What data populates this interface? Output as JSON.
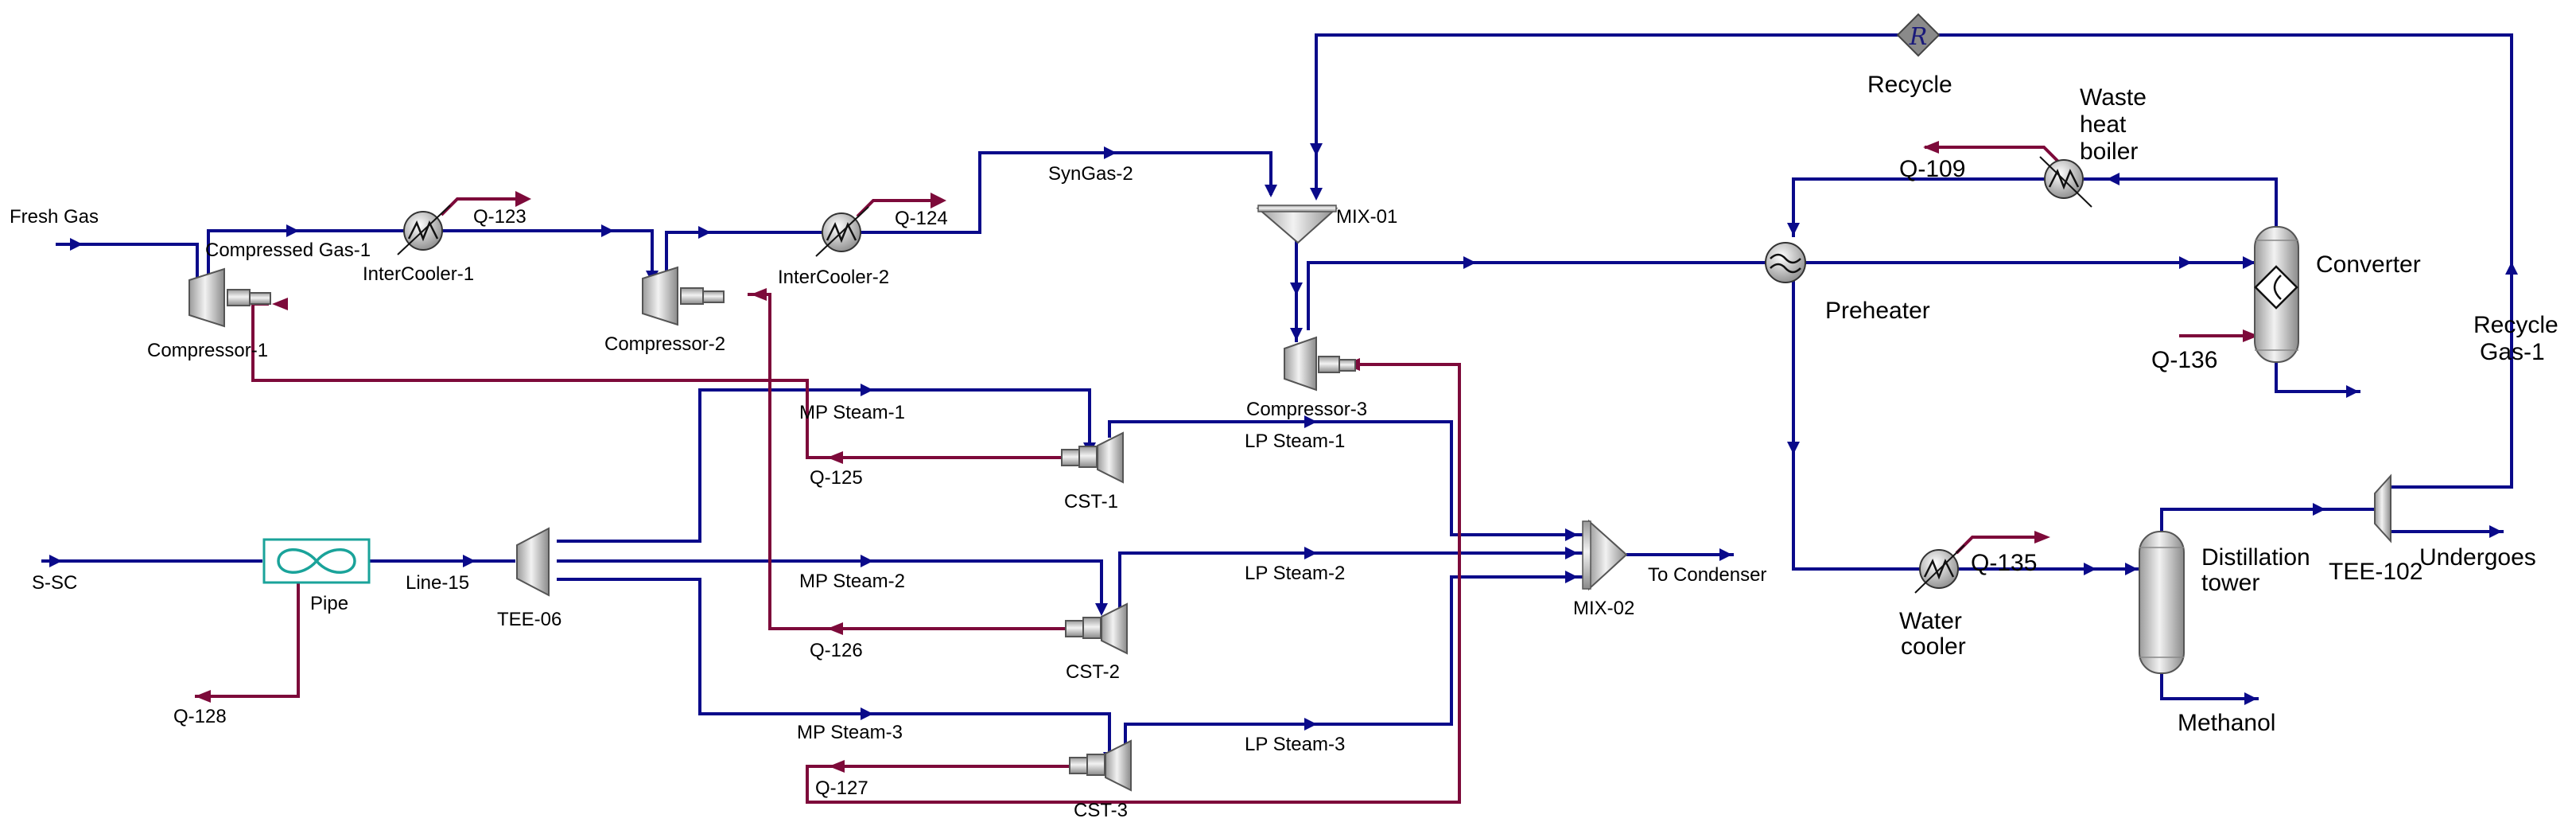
{
  "colors": {
    "material_stream": "#0a0a8a",
    "energy_stream": "#7d0a3a",
    "pipe_block": "#1aa39a",
    "equipment_fill": "#c8c8c8"
  },
  "units": {
    "compressor_1": "Compressor-1",
    "compressor_2": "Compressor-2",
    "compressor_3": "Compressor-3",
    "intercooler_1": "InterCooler-1",
    "intercooler_2": "InterCooler-2",
    "mix_01": "MIX-01",
    "mix_02": "MIX-02",
    "tee_06": "TEE-06",
    "tee_102": "TEE-102",
    "pipe": "Pipe",
    "cst_1": "CST-1",
    "cst_2": "CST-2",
    "cst_3": "CST-3",
    "preheater": "Preheater",
    "converter": "Converter",
    "recycle": "Recycle",
    "waste_heat_boiler": [
      "Waste",
      "heat",
      "boiler"
    ],
    "water_cooler": [
      "Water",
      "cooler"
    ],
    "distillation_tower": [
      "Distillation",
      "tower"
    ]
  },
  "streams": {
    "fresh_gas": "Fresh Gas",
    "compressed_gas_1": "Compressed Gas-1",
    "syngas_2": "SynGas-2",
    "s_sc": "S-SC",
    "line_15": "Line-15",
    "mp_steam_1": "MP Steam-1",
    "mp_steam_2": "MP Steam-2",
    "mp_steam_3": "MP Steam-3",
    "lp_steam_1": "LP Steam-1",
    "lp_steam_2": "LP Steam-2",
    "lp_steam_3": "LP Steam-3",
    "to_condenser": "To Condenser",
    "recycle_gas_1": [
      "Recycle",
      "Gas-1"
    ],
    "undergoes": "Undergoes",
    "methanol": "Methanol"
  },
  "energy": {
    "q_123": "Q-123",
    "q_124": "Q-124",
    "q_125": "Q-125",
    "q_126": "Q-126",
    "q_127": "Q-127",
    "q_128": "Q-128",
    "q_109": "Q-109",
    "q_135": "Q-135",
    "q_136": "Q-136"
  },
  "icons": {
    "recycle_symbol": "R"
  }
}
